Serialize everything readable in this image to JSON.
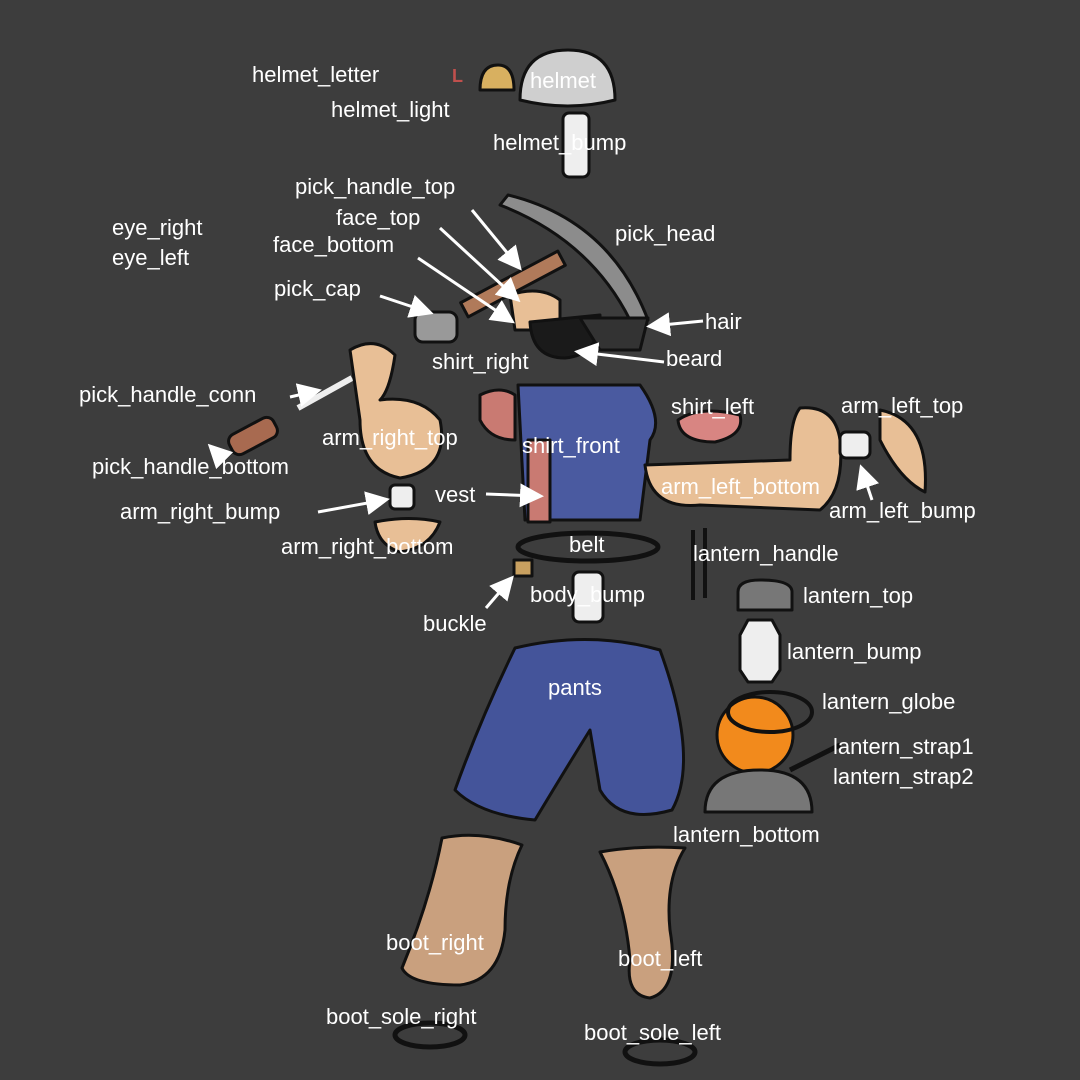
{
  "colors": {
    "background": "#3d3d3d",
    "skin": "#e8bf96",
    "shirt": "#4a5aa0",
    "pants": "#44549a",
    "vest": "#c97a72",
    "boot": "#c9a07e",
    "metal": "#8a8a8a",
    "globe": "#f28a1c",
    "label": "#ffffff"
  },
  "labels": {
    "helmet_letter": "helmet_letter",
    "helmet_light": "helmet_light",
    "helmet": "helmet",
    "helmet_bump": "helmet_bump",
    "pick_handle_top": "pick_handle_top",
    "face_top": "face_top",
    "face_bottom": "face_bottom",
    "eye_right": "eye_right",
    "eye_left": "eye_left",
    "pick_head": "pick_head",
    "pick_cap": "pick_cap",
    "hair": "hair",
    "shirt_right": "shirt_right",
    "beard": "beard",
    "pick_handle_conn": "pick_handle_conn",
    "shirt_left": "shirt_left",
    "arm_left_top": "arm_left_top",
    "arm_right_top": "arm_right_top",
    "shirt_front": "shirt_front",
    "pick_handle_bottom": "pick_handle_bottom",
    "vest": "vest",
    "arm_left_bottom": "arm_left_bottom",
    "arm_right_bump": "arm_right_bump",
    "arm_left_bump": "arm_left_bump",
    "arm_right_bottom": "arm_right_bottom",
    "belt": "belt",
    "lantern_handle": "lantern_handle",
    "body_bump": "body_bump",
    "lantern_top": "lantern_top",
    "buckle": "buckle",
    "lantern_bump": "lantern_bump",
    "pants": "pants",
    "lantern_globe": "lantern_globe",
    "lantern_strap1": "lantern_strap1",
    "lantern_strap2": "lantern_strap2",
    "lantern_bottom": "lantern_bottom",
    "boot_right": "boot_right",
    "boot_left": "boot_left",
    "boot_sole_right": "boot_sole_right",
    "boot_sole_left": "boot_sole_left"
  },
  "helmet_letter_glyph": "L"
}
